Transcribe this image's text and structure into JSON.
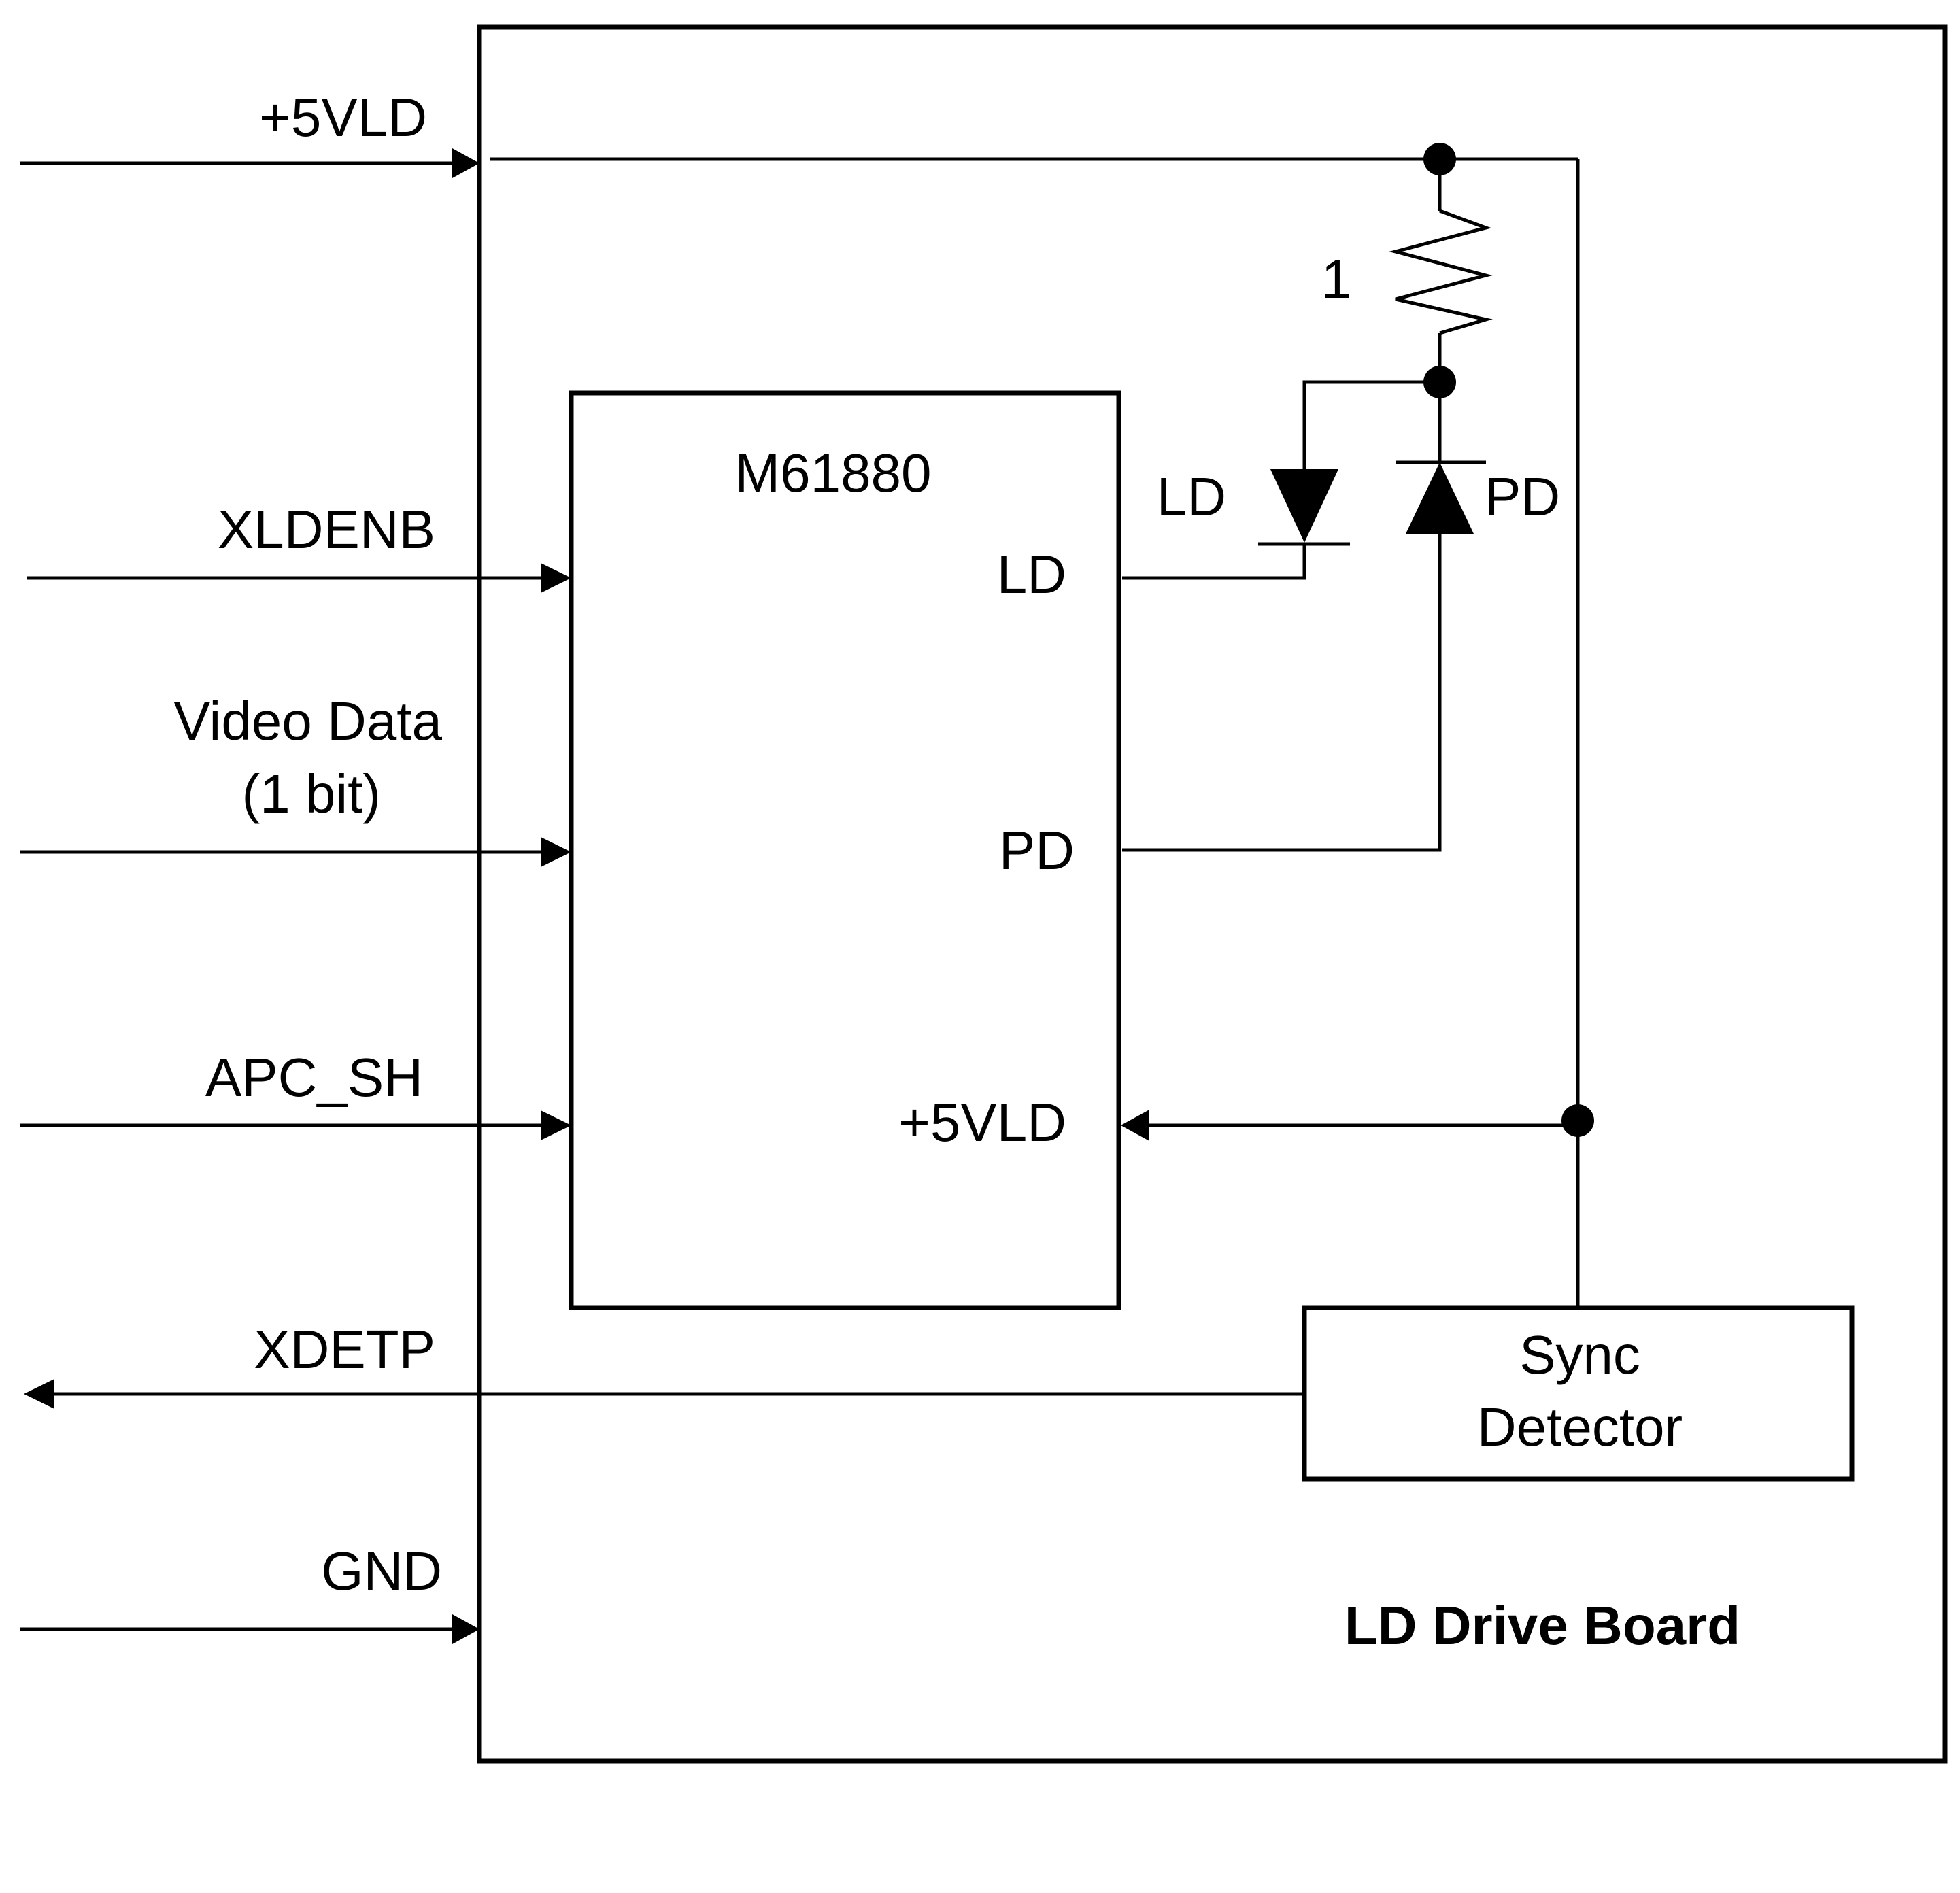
{
  "inputs": {
    "vld_label": "+5VLD",
    "xldenb_label": "XLDENB",
    "video_label_line1": "Video Data",
    "video_label_line2": "(1 bit)",
    "apc_label": "APC_SH",
    "xdetp_label": "XDETP",
    "gnd_label": "GND"
  },
  "chip": {
    "name": "M61880",
    "pin_ld": "LD",
    "pin_pd": "PD",
    "pin_vld": "+5VLD"
  },
  "components": {
    "resistor_value": "1",
    "laser_diode_label": "LD",
    "photo_diode_label": "PD"
  },
  "sync": {
    "line1": "Sync",
    "line2": "Detector"
  },
  "board": {
    "title": "LD Drive Board"
  }
}
